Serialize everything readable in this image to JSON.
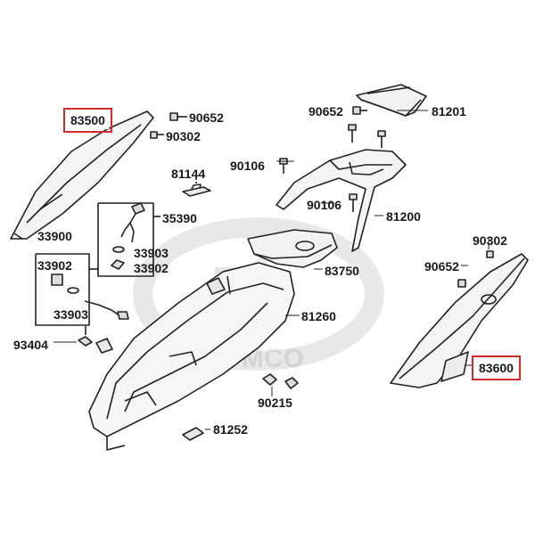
{
  "diagram": {
    "watermark": "KYMCO",
    "highlight_color": "#d42a2a",
    "labels": {
      "p83500": "83500",
      "p90652a": "90652",
      "p90302a": "90302",
      "p81144": "81144",
      "p35390": "35390",
      "p33900": "33900",
      "p33902a": "33902",
      "p33903a": "33903",
      "p33902b": "33902",
      "p33903b": "33903",
      "p93404": "93404",
      "p90652b": "90652",
      "p81201": "81201",
      "p90106a": "90106",
      "p90106b": "90106",
      "p81200": "81200",
      "p83750": "83750",
      "p81260": "81260",
      "p90215": "90215",
      "p81252": "81252",
      "p90302b": "90302",
      "p90652c": "90652",
      "p83600": "83600"
    }
  }
}
